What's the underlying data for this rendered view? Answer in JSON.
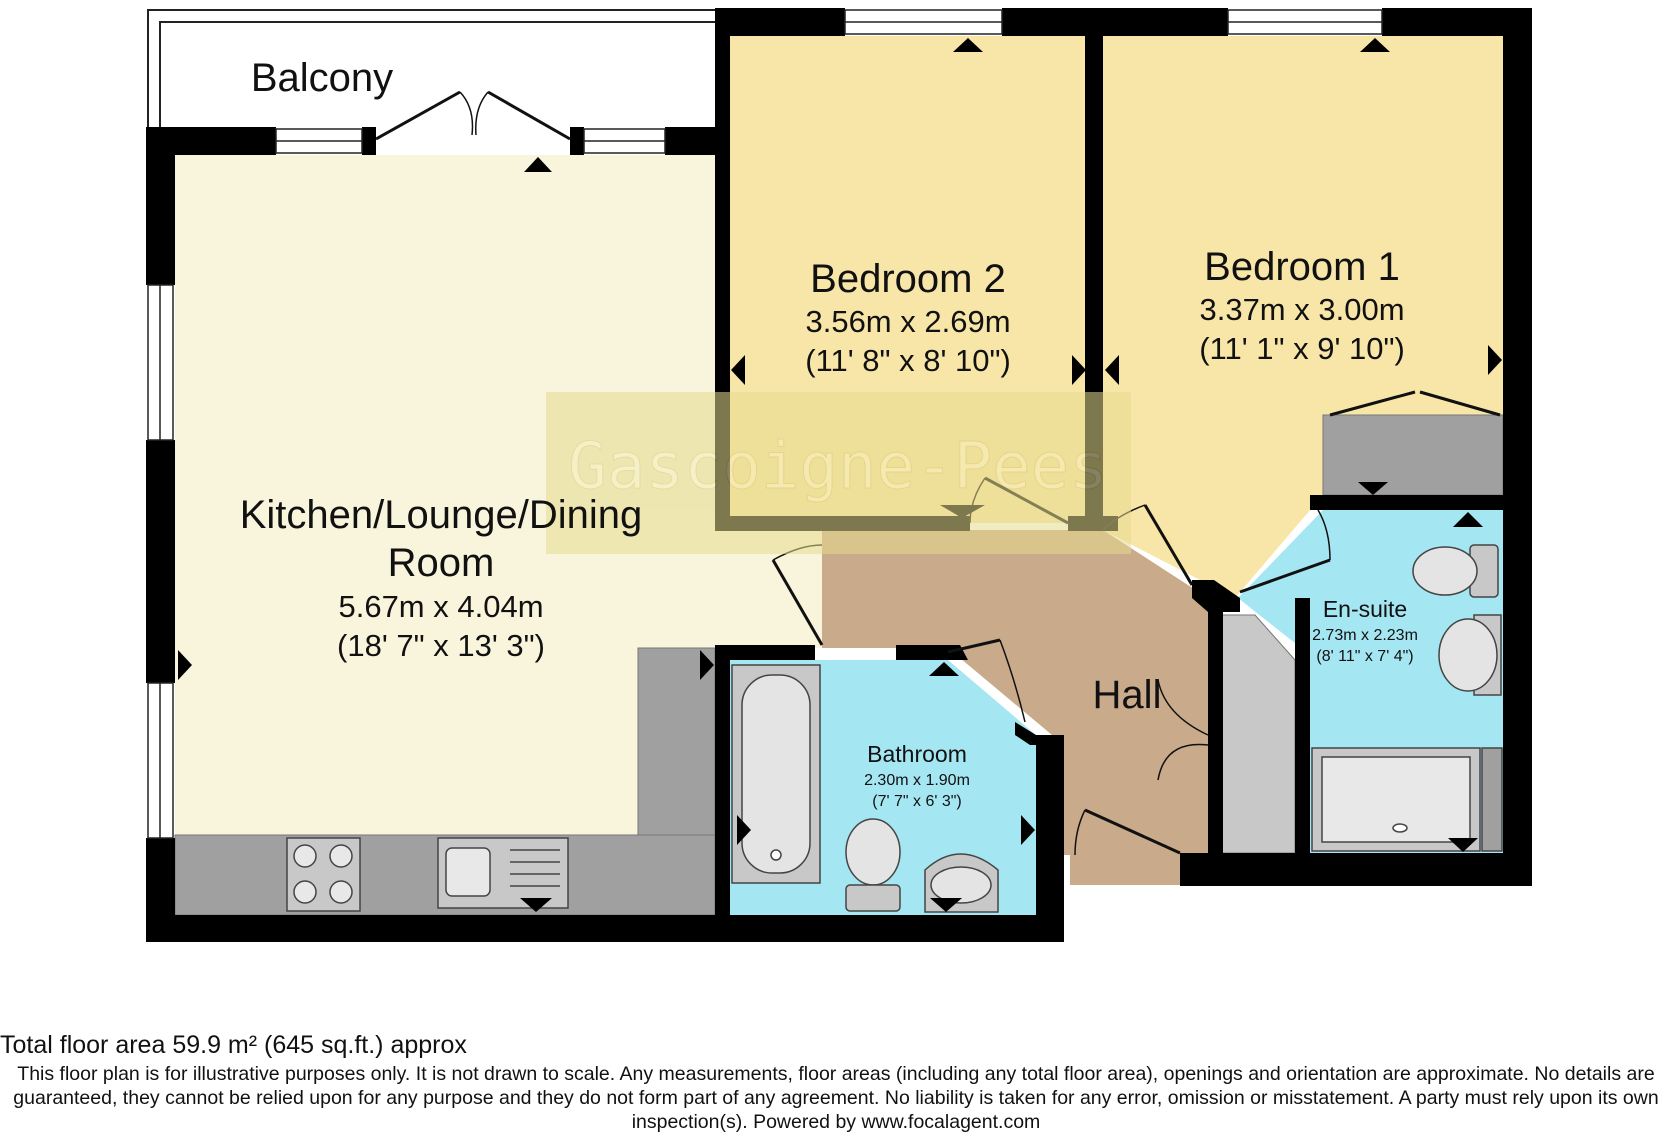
{
  "watermark": "Gascoigne-Pees",
  "rooms": {
    "balcony": {
      "name": "Balcony"
    },
    "bedroom2": {
      "name": "Bedroom 2",
      "metric": "3.56m x 2.69m",
      "imperial": "(11' 8\" x 8' 10\")"
    },
    "bedroom1": {
      "name": "Bedroom 1",
      "metric": "3.37m x 3.00m",
      "imperial": "(11' 1\" x 9' 10\")"
    },
    "kitchen": {
      "name_line1": "Kitchen/Lounge/Dining",
      "name_line2": "Room",
      "metric": "5.67m x 4.04m",
      "imperial": "(18' 7\" x 13' 3\")"
    },
    "ensuite": {
      "name": "En-suite",
      "metric": "2.73m x 2.23m",
      "imperial": "(8' 11\" x 7' 4\")"
    },
    "bathroom": {
      "name": "Bathroom",
      "metric": "2.30m x 1.90m",
      "imperial": "(7' 7\" x 6' 3\")"
    },
    "hall": {
      "name": "Hall"
    }
  },
  "colors": {
    "kitchen": "#f9f5dd",
    "bedroom": "#f8e6a8",
    "hall": "#c9ab8b",
    "wet_room": "#a5e6f3",
    "fitted_unit": "#a0a0a0",
    "wall": "#000000",
    "watermark": "#e6da8e"
  },
  "footer": {
    "total_area": "Total floor area 59.9 m² (645 sq.ft.) approx",
    "disclaimer": "This floor plan is for illustrative purposes only. It is not drawn to scale. Any measurements, floor areas (including any total floor area), openings and orientation are approximate. No details are guaranteed, they cannot be relied upon for any purpose and they do not form part of any agreement. No liability is taken for any error, omission or misstatement. A party must rely upon its own inspection(s). Powered by www.focalagent.com"
  }
}
